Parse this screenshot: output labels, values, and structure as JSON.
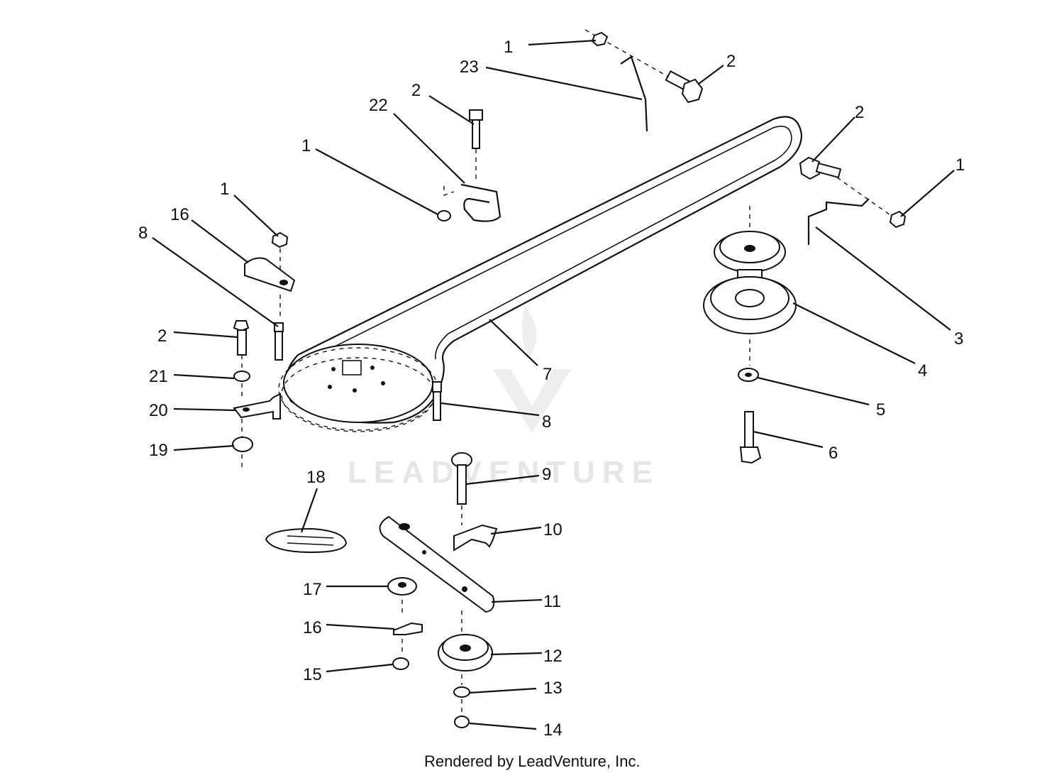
{
  "diagram": {
    "callouts": [
      "1",
      "23",
      "2",
      "2",
      "22",
      "1",
      "2",
      "1",
      "16",
      "1",
      "8",
      "3",
      "4",
      "7",
      "2",
      "21",
      "8",
      "5",
      "20",
      "6",
      "19",
      "9",
      "18",
      "10",
      "17",
      "11",
      "16",
      "12",
      "15",
      "13",
      "14"
    ]
  },
  "watermark": "LEADVENTURE",
  "footer": "Rendered by LeadVenture, Inc."
}
